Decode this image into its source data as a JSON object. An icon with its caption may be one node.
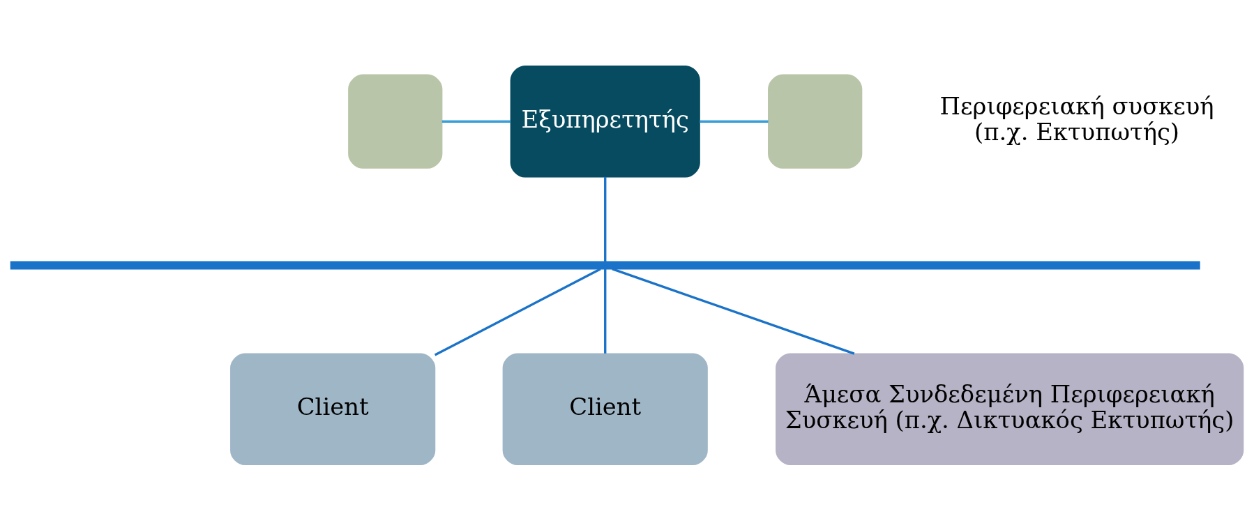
{
  "diagram": {
    "nodes": [
      {
        "text": [
          "Εξυπηρετητής"
        ]
      },
      {
        "text": [],
        "shape": "box"
      },
      {
        "text": [],
        "shape": "box",
        "beside": [
          "Περιφερειακή συσκευή (π.χ. Εκτυπωτής)"
        ]
      },
      {
        "text": [],
        "shape": "bar"
      },
      {
        "text": [
          "Client"
        ]
      },
      {
        "text": [
          "Client"
        ]
      },
      {
        "text": [
          "Άμεσα Συνδεδεμένη Περιφερειακή Συσκευή (π.χ. Δικτυακός Εκτυπωτής)"
        ]
      }
    ],
    "edges": [
      {
        "from": 1,
        "to": 0,
        "arrow": "none",
        "color": "#3a9fd8"
      },
      {
        "from": 0,
        "to": 2,
        "arrow": "none",
        "color": "#3a9fd8"
      },
      {
        "from": 0,
        "to": 3,
        "arrow": "none"
      },
      {
        "from": 3,
        "to": 4,
        "arrow": "none"
      },
      {
        "from": 3,
        "to": 5,
        "arrow": "none"
      },
      {
        "from": 3,
        "to": 6,
        "arrow": "none"
      }
    ]
  }
}
